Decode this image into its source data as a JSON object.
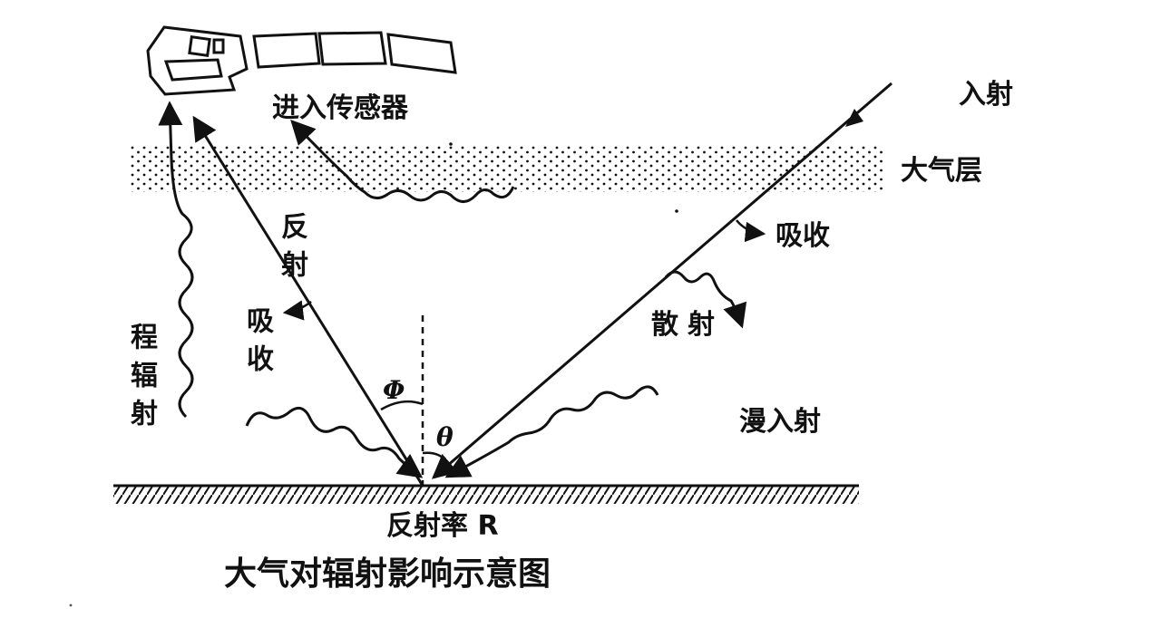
{
  "labels": {
    "incident": "入射",
    "atmosphere": "大气层",
    "enter_sensor": "进入传感器",
    "absorb_right": "吸收",
    "scatter": "散射",
    "diffuse_incident": "漫入射",
    "reflect": "反射",
    "absorb_left": "吸收",
    "path_radiance": "程辐射",
    "phi": "Φ",
    "theta": "θ",
    "reflectance": "反射率 R",
    "caption": "大气对辐射影响示意图"
  },
  "icons": {
    "satellite": "satellite-icon"
  },
  "colors": {
    "ink": "#111111",
    "background": "#ffffff"
  }
}
